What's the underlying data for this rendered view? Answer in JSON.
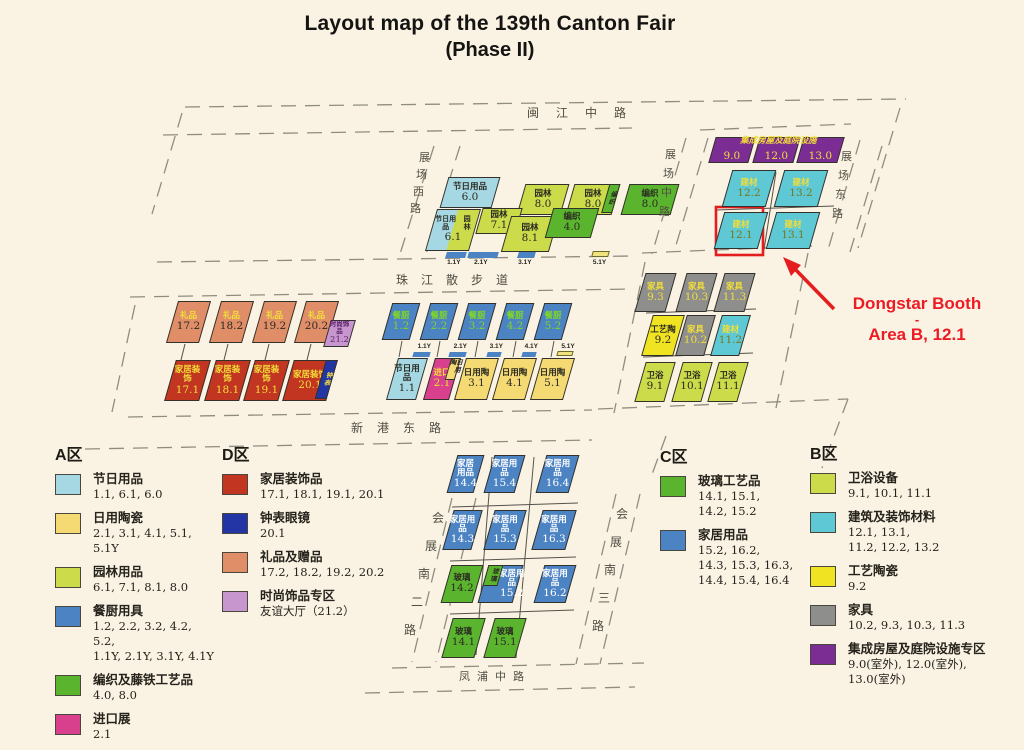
{
  "title": {
    "line1": "Layout map of the 139th Canton Fair",
    "line2": "(Phase II)"
  },
  "annotation": {
    "line1": "Dongstar Booth",
    "line2": "-",
    "line3": "Area B, 12.1"
  },
  "colors": {
    "bg": "#FAF3E4",
    "lightblue": "#A6D8E4",
    "yellow": "#F5DA74",
    "yg": "#CBDB4A",
    "blue": "#4C83C3",
    "green": "#5BB42E",
    "magenta": "#D8408E",
    "darkred": "#C23520",
    "salmon": "#E08E68",
    "darkblue": "#2335A5",
    "lightpurple": "#C796CE",
    "purple": "#7C2D93",
    "cyan": "#5FC8D5",
    "gray": "#8E8E8C",
    "brightyellow": "#EFE322",
    "barYellow": "#F0E27E",
    "tYellow": "#F2DE3A",
    "tDark": "#2B2B22",
    "tGreen": "#7FD42A",
    "tWhite": "#FFFFFF",
    "tOlive": "#77771F",
    "tPurpleDk": "#5B2168",
    "highlight": "#E41E1E"
  },
  "map": {
    "outdoor_header": "集成房屋及庭院设施",
    "roads": {
      "minjiang": {
        "label": "闽江中路",
        "type": "h"
      },
      "zhujiang": {
        "label": "珠江散步道",
        "type": "h"
      },
      "xingang": {
        "label": "新港东路",
        "type": "h"
      },
      "fengpu": {
        "label": "凤浦中路",
        "type": "h"
      },
      "zc_xi": {
        "label": "展场西路",
        "type": "v"
      },
      "zc_zhong": {
        "label": "展场中路",
        "type": "v"
      },
      "zc_dong": {
        "label": "展场东路",
        "type": "v"
      },
      "hz_nan2": {
        "label": "会展南二路",
        "type": "v"
      },
      "hz_nan3": {
        "label": "会展南三路",
        "type": "v"
      }
    },
    "blocks": [
      {
        "id": "p90",
        "num": "9.0",
        "color": "purple",
        "nc": "tYellow",
        "cls": "low"
      },
      {
        "id": "p120",
        "num": "12.0",
        "color": "purple",
        "nc": "tYellow",
        "cls": "low"
      },
      {
        "id": "p130",
        "num": "13.0",
        "color": "purple",
        "nc": "tYellow",
        "cls": "low"
      },
      {
        "id": "jc122",
        "label": "建材",
        "num": "12.2",
        "color": "cyan",
        "lc": "tYellow",
        "nc": "tOlive"
      },
      {
        "id": "jc132",
        "label": "建材",
        "num": "13.2",
        "color": "cyan",
        "lc": "tYellow",
        "nc": "tOlive"
      },
      {
        "id": "jc121",
        "label": "建材",
        "num": "12.1",
        "color": "cyan",
        "lc": "tYellow",
        "nc": "tOlive"
      },
      {
        "id": "jc131",
        "label": "建材",
        "num": "13.1",
        "color": "cyan",
        "lc": "tYellow",
        "nc": "tOlive"
      },
      {
        "id": "jr60",
        "label": "节日用品",
        "num": "6.0",
        "color": "lightblue",
        "lc": "tDark",
        "nc": "tDark"
      },
      {
        "id": "yl80a",
        "label": "园林",
        "num": "8.0",
        "color": "yg",
        "lc": "tDark",
        "nc": "tDark"
      },
      {
        "id": "yl80b",
        "label": "园林",
        "num": "8.0",
        "color": "yg",
        "lc": "tDark",
        "nc": "tDark",
        "corner": {
          "side": "right",
          "vert": true,
          "color": "green",
          "label": "编织",
          "lc": "tDark",
          "w": "24%",
          "h": "100%"
        }
      },
      {
        "id": "bz80",
        "label": "编织",
        "num": "8.0",
        "color": "green",
        "lc": "tDark",
        "nc": "tDark"
      },
      {
        "id": "jr61",
        "label": "节日用品",
        "label2": "园林",
        "num": "6.1",
        "color": "lightblue",
        "split": "yg",
        "lc": "tDark",
        "nc": "tDark"
      },
      {
        "id": "yl71",
        "label": "园林",
        "num": "7.1",
        "color": "yg",
        "lc": "tDark",
        "nc": "tDark"
      },
      {
        "id": "yl81",
        "label": "园林",
        "num": "8.1",
        "color": "yg",
        "lc": "tDark",
        "nc": "tDark"
      },
      {
        "id": "bz40",
        "label": "编织",
        "num": "4.0",
        "color": "green",
        "lc": "tDark",
        "nc": "tDark"
      },
      {
        "id": "lp172",
        "label": "礼品",
        "num": "17.2",
        "color": "salmon",
        "lc": "tYellow",
        "nc": "tDark"
      },
      {
        "id": "lp182",
        "label": "礼品",
        "num": "18.2",
        "color": "salmon",
        "lc": "tYellow",
        "nc": "tDark"
      },
      {
        "id": "lp192",
        "label": "礼品",
        "num": "19.2",
        "color": "salmon",
        "lc": "tYellow",
        "nc": "tDark"
      },
      {
        "id": "lp202",
        "label": "礼品",
        "num": "20.2",
        "color": "salmon",
        "lc": "tYellow",
        "nc": "tDark"
      },
      {
        "id": "fsp212",
        "label": "时尚饰品",
        "num": "21.2",
        "color": "lightpurple",
        "lc": "tPurpleDk",
        "nc": "tPurpleDk",
        "cls": "tiny"
      },
      {
        "id": "jjz171",
        "label": "家居装饰",
        "num": "17.1",
        "color": "darkred",
        "lc": "tYellow",
        "nc": "tYellow"
      },
      {
        "id": "jjz181",
        "label": "家居装饰",
        "num": "18.1",
        "color": "darkred",
        "lc": "tYellow",
        "nc": "tYellow"
      },
      {
        "id": "jjz191",
        "label": "家居装饰",
        "num": "19.1",
        "color": "darkred",
        "lc": "tYellow",
        "nc": "tYellow"
      },
      {
        "id": "jjz201",
        "label": "家居装饰",
        "num": "20.1",
        "color": "darkred",
        "lc": "tYellow",
        "nc": "tYellow",
        "padr": "28%",
        "corner": {
          "side": "right",
          "vert": true,
          "color": "darkblue",
          "label": "钟表",
          "lc": "tYellow",
          "w": "28%",
          "h": "100%"
        }
      },
      {
        "id": "ck12",
        "label": "餐厨",
        "num": "1.2",
        "color": "blue",
        "lc": "tGreen",
        "nc": "tGreen"
      },
      {
        "id": "ck22",
        "label": "餐厨",
        "num": "2.2",
        "color": "blue",
        "lc": "tGreen",
        "nc": "tGreen"
      },
      {
        "id": "ck32",
        "label": "餐厨",
        "num": "3.2",
        "color": "blue",
        "lc": "tGreen",
        "nc": "tGreen"
      },
      {
        "id": "ck42",
        "label": "餐厨",
        "num": "4.2",
        "color": "blue",
        "lc": "tGreen",
        "nc": "tGreen"
      },
      {
        "id": "ck52",
        "label": "餐厨",
        "num": "5.2",
        "color": "blue",
        "lc": "tGreen",
        "nc": "tGreen"
      },
      {
        "id": "jr11",
        "label": "节日用品",
        "num": "1.1",
        "color": "lightblue",
        "lc": "tDark",
        "nc": "tDark"
      },
      {
        "id": "jk21",
        "label": "进口",
        "num": "2.1",
        "color": "magenta",
        "lc": "tYellow",
        "nc": "tYellow",
        "corner": {
          "side": "tr",
          "vert": true,
          "color": "yellow",
          "label": "日用陶",
          "lc": "tDark",
          "w": "42%",
          "h": "56%"
        }
      },
      {
        "id": "ryt31",
        "label": "日用陶",
        "num": "3.1",
        "color": "yellow",
        "lc": "tDark",
        "nc": "tDark"
      },
      {
        "id": "ryt41",
        "label": "日用陶",
        "num": "4.1",
        "color": "yellow",
        "lc": "tDark",
        "nc": "tDark"
      },
      {
        "id": "ryt51",
        "label": "日用陶",
        "num": "5.1",
        "color": "yellow",
        "lc": "tDark",
        "nc": "tDark"
      },
      {
        "id": "jj93",
        "label": "家具",
        "num": "9.3",
        "color": "gray",
        "lc": "tYellow",
        "nc": "tYellow"
      },
      {
        "id": "jj103",
        "label": "家具",
        "num": "10.3",
        "color": "gray",
        "lc": "tYellow",
        "nc": "tYellow"
      },
      {
        "id": "jj113",
        "label": "家具",
        "num": "11.3",
        "color": "gray",
        "lc": "tYellow",
        "nc": "tYellow"
      },
      {
        "id": "gyt92",
        "label": "工艺陶",
        "num": "9.2",
        "color": "brightyellow",
        "lc": "tDark",
        "nc": "tDark"
      },
      {
        "id": "jj102",
        "label": "家具",
        "num": "10.2",
        "color": "gray",
        "lc": "tYellow",
        "nc": "tYellow"
      },
      {
        "id": "jc112",
        "label": "建材",
        "num": "11.2",
        "color": "cyan",
        "lc": "tYellow",
        "nc": "tOlive"
      },
      {
        "id": "wy91",
        "label": "卫浴",
        "num": "9.1",
        "color": "yg",
        "lc": "tDark",
        "nc": "tDark"
      },
      {
        "id": "wy101",
        "label": "卫浴",
        "num": "10.1",
        "color": "yg",
        "lc": "tDark",
        "nc": "tDark"
      },
      {
        "id": "wy111",
        "label": "卫浴",
        "num": "11.1",
        "color": "yg",
        "lc": "tDark",
        "nc": "tDark"
      },
      {
        "id": "jy144",
        "label": "家居用品",
        "num": "14.4",
        "color": "blue",
        "lc": "tWhite",
        "nc": "tWhite"
      },
      {
        "id": "jy154",
        "label": "家居用品",
        "num": "15.4",
        "color": "blue",
        "lc": "tWhite",
        "nc": "tWhite"
      },
      {
        "id": "jy164",
        "label": "家居用品",
        "num": "16.4",
        "color": "blue",
        "lc": "tWhite",
        "nc": "tWhite"
      },
      {
        "id": "jy143",
        "label": "家居用品",
        "num": "14.3",
        "color": "blue",
        "lc": "tWhite",
        "nc": "tWhite"
      },
      {
        "id": "jy153",
        "label": "家居用品",
        "num": "15.3",
        "color": "blue",
        "lc": "tWhite",
        "nc": "tWhite"
      },
      {
        "id": "jy163",
        "label": "家居用品",
        "num": "16.3",
        "color": "blue",
        "lc": "tWhite",
        "nc": "tWhite"
      },
      {
        "id": "bl142",
        "label": "玻璃",
        "num": "14.2",
        "color": "green",
        "lc": "tDark",
        "nc": "tDark"
      },
      {
        "id": "mix152",
        "label": "家居用品",
        "num": "15.2",
        "color": "blue",
        "lc": "tWhite",
        "nc": "tWhite",
        "padl": "34%",
        "corner": {
          "side": "tl",
          "vert": true,
          "color": "green",
          "label": "玻璃",
          "lc": "tDark",
          "w": "44%",
          "h": "58%"
        }
      },
      {
        "id": "jy162",
        "label": "家居用品",
        "num": "16.2",
        "color": "blue",
        "lc": "tWhite",
        "nc": "tWhite"
      },
      {
        "id": "bl141",
        "label": "玻璃",
        "num": "14.1",
        "color": "green",
        "lc": "tDark",
        "nc": "tDark"
      },
      {
        "id": "bl151",
        "label": "玻璃",
        "num": "15.1",
        "color": "green",
        "lc": "tDark",
        "nc": "tDark"
      }
    ],
    "bars": [
      {
        "id": "t11y",
        "label": "1.1Y",
        "color": "blue",
        "labelPos": "below"
      },
      {
        "id": "t21y",
        "label": "2.1Y",
        "color": "blue",
        "labelPos": "below"
      },
      {
        "id": "t31y",
        "label": "3.1Y",
        "color": "blue",
        "labelPos": "below"
      },
      {
        "id": "t51y",
        "label": "5.1Y",
        "color": "barYellow",
        "labelPos": "below"
      },
      {
        "id": "m11y",
        "label": "1.1Y",
        "color": "blue",
        "labelPos": "above"
      },
      {
        "id": "m21y",
        "label": "2.1Y",
        "color": "blue",
        "labelPos": "above"
      },
      {
        "id": "m31y",
        "label": "3.1Y",
        "color": "blue",
        "labelPos": "above"
      },
      {
        "id": "m41y",
        "label": "4.1Y",
        "color": "blue",
        "labelPos": "above"
      },
      {
        "id": "m51y",
        "label": "5.1Y",
        "color": "barYellow",
        "labelPos": "above"
      }
    ]
  },
  "legend": {
    "groups": [
      {
        "id": "A",
        "title": "A区",
        "items": [
          {
            "name": "节日用品",
            "color": "lightblue",
            "nums": [
              "1.1, 6.1, 6.0"
            ]
          },
          {
            "name": "日用陶瓷",
            "color": "yellow",
            "nums": [
              "2.1, 3.1, 4.1, 5.1, 5.1Y"
            ]
          },
          {
            "name": "园林用品",
            "color": "yg",
            "nums": [
              "6.1, 7.1, 8.1, 8.0"
            ]
          },
          {
            "name": "餐厨用具",
            "color": "blue",
            "nums": [
              "1.2, 2.2, 3.2, 4.2, 5.2,",
              "1.1Y, 2.1Y, 3.1Y, 4.1Y"
            ]
          },
          {
            "name": "编织及藤铁工艺品",
            "color": "green",
            "nums": [
              "4.0, 8.0"
            ]
          },
          {
            "name": "进口展",
            "color": "magenta",
            "nums": [
              "2.1"
            ]
          }
        ]
      },
      {
        "id": "D",
        "title": "D区",
        "items": [
          {
            "name": "家居装饰品",
            "color": "darkred",
            "nums": [
              "17.1, 18.1, 19.1, 20.1"
            ]
          },
          {
            "name": "钟表眼镜",
            "color": "darkblue",
            "nums": [
              "20.1"
            ]
          },
          {
            "name": "礼品及赠品",
            "color": "salmon",
            "nums": [
              "17.2, 18.2, 19.2, 20.2"
            ]
          },
          {
            "name": "时尚饰品专区",
            "color": "lightpurple",
            "nums": [
              "友谊大厅（21.2）"
            ]
          }
        ]
      },
      {
        "id": "C",
        "title": "C区",
        "items": [
          {
            "name": "玻璃工艺品",
            "color": "green",
            "nums": [
              "14.1, 15.1,",
              "14.2, 15.2"
            ]
          },
          {
            "name": "家居用品",
            "color": "blue",
            "nums": [
              "15.2, 16.2,",
              "14.3, 15.3, 16.3,",
              "14.4, 15.4, 16.4"
            ]
          }
        ]
      },
      {
        "id": "B",
        "title": "B区",
        "items": [
          {
            "name": "卫浴设备",
            "color": "yg",
            "nums": [
              "9.1, 10.1, 11.1"
            ]
          },
          {
            "name": "建筑及装饰材料",
            "color": "cyan",
            "nums": [
              "12.1, 13.1,",
              "11.2, 12.2, 13.2"
            ]
          },
          {
            "name": "工艺陶瓷",
            "color": "brightyellow",
            "nums": [
              "9.2"
            ]
          },
          {
            "name": "家具",
            "color": "gray",
            "nums": [
              "10.2, 9.3, 10.3, 11.3"
            ]
          },
          {
            "name": "集成房屋及庭院设施专区",
            "color": "purple",
            "nums": [
              "9.0(室外), 12.0(室外),",
              "13.0(室外)"
            ]
          }
        ]
      }
    ]
  }
}
